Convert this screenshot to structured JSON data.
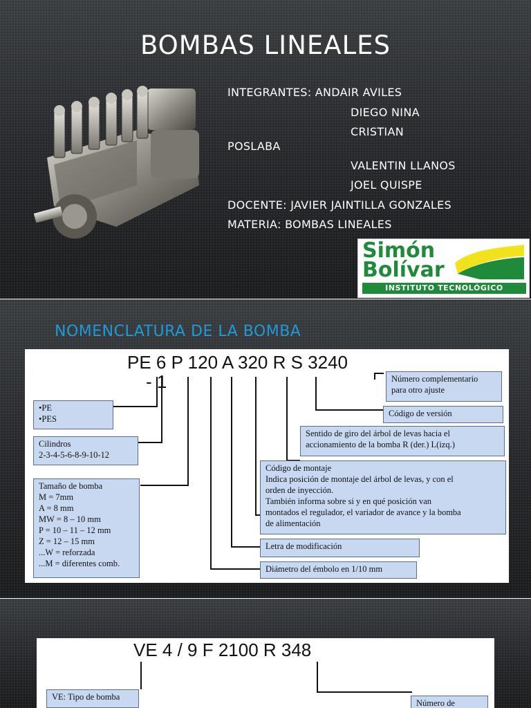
{
  "slide1": {
    "title": "BOMBAS LINEALES",
    "integrantes_label": "INTEGRANTES: ANDAIR AVILES",
    "members": [
      "DIEGO NINA",
      "CRISTIAN",
      "POSLABA",
      "VALENTIN LLANOS",
      "JOEL QUISPE"
    ],
    "docente": "DOCENTE: JAVIER JAINTILLA GONZALES",
    "materia": "MATERIA: BOMBAS LINEALES",
    "logo": {
      "line1": "Simón",
      "line2": "Bolívar",
      "bar": "INSTITUTO TECNOLÓGICO"
    }
  },
  "slide2": {
    "title": "NOMENCLATURA DE LA BOMBA",
    "code_line1": "PE 6 P 120 A 320 R S 3240",
    "code_line2": "- 1",
    "boxes": {
      "pe": [
        "•PE",
        "•PES"
      ],
      "cilindros": [
        "Cilindros",
        "2-3-4-5-6-8-9-10-12"
      ],
      "tamano": [
        "Tamaño de bomba",
        "M = 7mm",
        "A = 8 mm",
        "MW = 8 – 10 mm",
        "P = 10 – 11 – 12 mm",
        "Z = 12 – 15 mm",
        "...W = reforzada",
        "...M = diferentes comb."
      ],
      "complementario": [
        "Número complementario",
        "para otro ajuste"
      ],
      "version": [
        "Código de versión"
      ],
      "sentido": [
        "Sentido de giro del árbol de levas hacia el",
        "accionamiento de la bomba R (der.)     L(izq.)"
      ],
      "montaje": [
        "Código de montaje",
        "Indica posición de  montaje del árbol de levas, y con el",
        "orden de inyección.",
        "También informa sobre si y en qué posición van",
        "montados el regulador, el variador de avance y la bomba",
        "de alimentación"
      ],
      "modificacion": [
        "Letra de modificación"
      ],
      "diametro": [
        "Diámetro del émbolo en 1/10 mm"
      ]
    }
  },
  "slide3": {
    "code_line": "VE 4 / 9 F 2100 R 348",
    "box_tipo": "VE: Tipo de   bomba",
    "box_numero": "Número de"
  }
}
